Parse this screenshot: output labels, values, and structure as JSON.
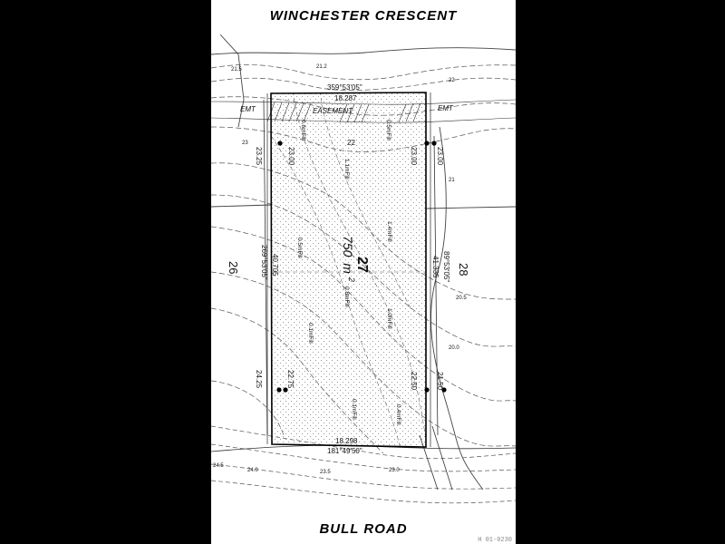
{
  "roads": {
    "top": "WINCHESTER CRESCENT",
    "bottom": "BULL ROAD"
  },
  "lot": {
    "number": "27",
    "area_value": "750",
    "area_unit": "m",
    "area_superscript": "2"
  },
  "neighbours": {
    "left": "26",
    "right": "28"
  },
  "bearings": {
    "top": "359°53'05\"",
    "top_length": "18.287",
    "bottom": "181°49'50\"",
    "bottom_length": "18.298",
    "left": "269°53'05\"",
    "left_length": "40.705",
    "right": "89°53'05\"",
    "right_length": "41.335"
  },
  "easement": {
    "label": "EASEMENT",
    "left_tag": "EMT",
    "right_tag": "EMT"
  },
  "levels": [
    "23.25",
    "23.00",
    "23.00",
    "23.00",
    "24.25",
    "22.75",
    "22.50",
    "21.50",
    "22"
  ],
  "contour_labels": [
    "21.5",
    "21.2",
    "23",
    "22",
    "21",
    "20.5",
    "20.0",
    "24.5",
    "24.0",
    "23.5",
    "23.0"
  ],
  "fill_notes": [
    "0.6mFill",
    "0.5mFill",
    "1.1mFill",
    "1.4mFill",
    "0.5mFill",
    "0.8mFill",
    "1.0mFill",
    "0.1mFill",
    "0.1mFill",
    "0.4mFill"
  ],
  "reference": "H 01-0230"
}
